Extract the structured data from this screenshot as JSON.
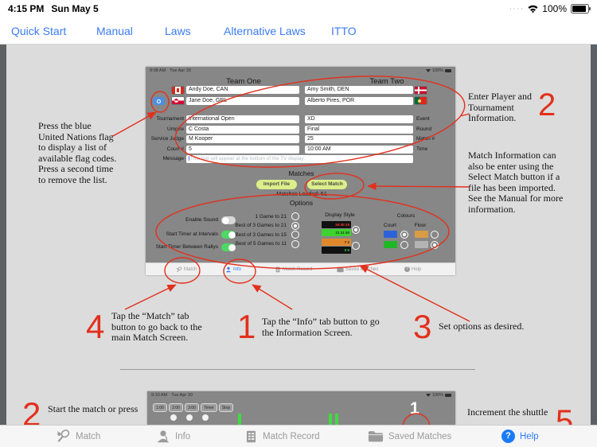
{
  "device_status_bar": {
    "time": "4:15 PM",
    "date": "Sun May 5",
    "signal_dots": "····",
    "battery_pct": "100%"
  },
  "nav_tabs": {
    "items": [
      "Quick Start",
      "Manual",
      "Laws",
      "Alternative Laws",
      "ITTO"
    ]
  },
  "colors": {
    "annotation_red": "#e2301d",
    "link_blue": "#3b7bf3",
    "toggle_green": "#4cd964",
    "button_yellow_green": "#dbee8a",
    "court_blue": "#2e62d9",
    "court_green": "#1fb825",
    "floor_orange": "#d99c45",
    "floor_gray": "#b4b4b4"
  },
  "screenshot1": {
    "status": {
      "time": "9:08 AM",
      "date": "Tue Apr 30",
      "battery_pct": "100%"
    },
    "headers": {
      "team_one": "Team One",
      "team_two": "Team Two"
    },
    "players": {
      "team_one": [
        {
          "name": "Andy Doe, CAN",
          "flag": "canada"
        },
        {
          "name": "Jane Doe, GRL",
          "flag": "greenland"
        }
      ],
      "team_two": [
        {
          "name": "Amy Smith, DEN",
          "flag": "denmark"
        },
        {
          "name": "Alberto Pires, POR",
          "flag": "portugal"
        }
      ]
    },
    "form_rows": [
      {
        "left_label": "Tournament",
        "left_value": "International Open",
        "right_value": "XD",
        "right_label": "Event"
      },
      {
        "left_label": "Umpire",
        "left_value": "C Costa",
        "right_value": "Final",
        "right_label": "Round"
      },
      {
        "left_label": "Service Judge",
        "left_value": "M Kooper",
        "right_value": "25",
        "right_label": "Match #"
      },
      {
        "left_label": "Court #",
        "left_value": "5",
        "right_value": "10:00 AM",
        "right_label": "Time"
      }
    ],
    "message": {
      "label": "Message",
      "placeholder": "This text will appear at the bottom of the TV display."
    },
    "matches": {
      "header": "Matches",
      "import_button": "Import File",
      "select_button": "Select Match",
      "loaded_text": "Matches Loaded: 51"
    },
    "options": {
      "header": "Options",
      "toggles": [
        {
          "label": "Enable Sound",
          "state": "off"
        },
        {
          "label": "Start Timer at Intervals",
          "state": "on"
        },
        {
          "label": "Start Timer Between Rallys",
          "state": "on"
        }
      ],
      "game_formats": [
        {
          "label": "1 Game to 21",
          "selected": false
        },
        {
          "label": "Best of 3 Games to 21",
          "selected": true
        },
        {
          "label": "Best of 3 Games to 15",
          "selected": false
        },
        {
          "label": "Best of 5 Games to 11",
          "selected": false
        }
      ],
      "display_style": {
        "header": "Display Style",
        "style1_top": "19:30:15",
        "style1_bottom": "21 21 50",
        "style2_top": "7 2",
        "style2_bottom": "5 5",
        "style1_selected": true,
        "style2_selected": false
      },
      "colours": {
        "header": "Colours",
        "court_label": "Court",
        "floor_label": "Floor",
        "court_selected": "blue",
        "floor_selected": "gray"
      }
    },
    "tab_bar": {
      "items": [
        "Match",
        "Info",
        "Match Record",
        "Saved Matches",
        "Help"
      ],
      "active": "Info"
    }
  },
  "annotations": {
    "note_un_flag": "Press the blue United Nations flag to display a list of available flag codes. Press a second time to remove the list.",
    "num_enter_info": "2",
    "note_enter_info": "Enter Player and Tournament Information.",
    "note_select_match": "Match Information can also be enter using the Select Match button if a file has been imported. See the Manual for more information.",
    "num_match_tab": "4",
    "note_match_tab": "Tap the “Match” tab button to go back to the main Match Screen.",
    "num_info_tab": "1",
    "note_info_tab": "Tap the “Info” tab button to go the Information Screen.",
    "num_options": "3",
    "note_options": "Set options as desired.",
    "num_start_match": "2",
    "note_start_match": "Start the match or press",
    "num_increment": "5",
    "note_increment": "Increment the shuttle"
  },
  "screenshot2": {
    "status": {
      "time": "9:10 AM",
      "date": "Tue Apr 30",
      "battery_pct": "100%"
    },
    "timer_buttons": [
      "1:00",
      "2:00",
      "3:00",
      "Timer",
      "Stop"
    ],
    "score_badge": "1"
  },
  "app_tab_bar": {
    "items": [
      {
        "label": "Match",
        "icon": "racquet-icon"
      },
      {
        "label": "Info",
        "icon": "person-icon"
      },
      {
        "label": "Match Record",
        "icon": "record-icon"
      },
      {
        "label": "Saved Matches",
        "icon": "folder-icon"
      },
      {
        "label": "Help",
        "icon": "help-icon"
      }
    ],
    "active": "Help"
  }
}
